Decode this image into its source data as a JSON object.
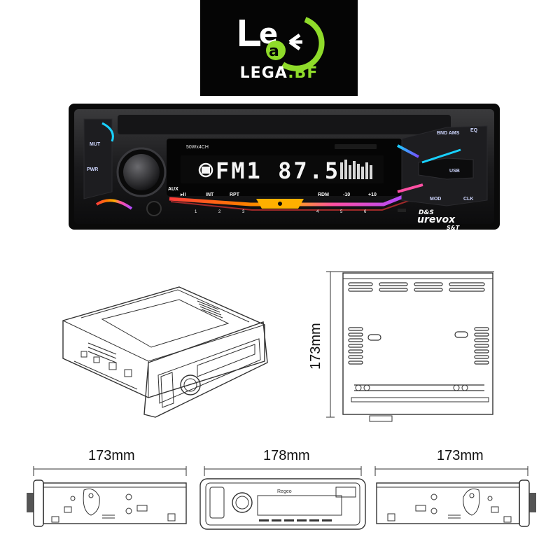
{
  "logo": {
    "mark_text": "Le",
    "name_main": "LEGA",
    "name_accent": ".BF",
    "accent_color": "#8fdb2a"
  },
  "radio": {
    "power_spec": "50Wx4CH",
    "display": "FM1 87.5",
    "left_buttons": [
      "MUT",
      "PWR"
    ],
    "right_buttons": [
      "BND AMS",
      "EQ",
      "USB",
      "MOD",
      "CLK"
    ],
    "aux_label": "AUX",
    "control_labels": [
      "INT",
      "RPT",
      "RDM",
      "-10",
      "+10"
    ],
    "preset_numbers": [
      "1",
      "2",
      "3",
      "4",
      "5",
      "6"
    ],
    "brand_top": "D&S",
    "brand_main": "urevox",
    "brand_sub": "S&T",
    "ambient_colors": [
      "#ff3b3b",
      "#ffb000",
      "#18d1ff",
      "#b04bff",
      "#ff4fa3"
    ]
  },
  "dimensions": {
    "height_right": "173mm",
    "bottom_left": "173mm",
    "bottom_center": "178mm",
    "bottom_right": "173mm"
  },
  "front_view": {
    "brand_label": "Regeo"
  }
}
